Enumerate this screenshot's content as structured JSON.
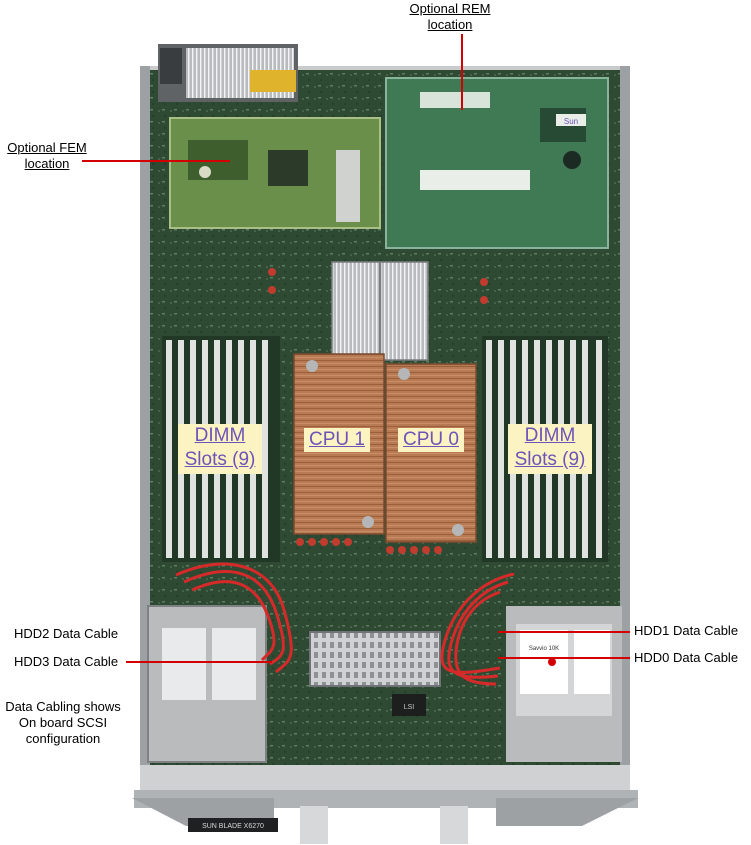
{
  "callouts": {
    "rem": [
      "Optional REM",
      "location"
    ],
    "fem": [
      "Optional FEM",
      "location"
    ],
    "hdd2": "HDD2 Data Cable",
    "hdd3": "HDD3 Data Cable",
    "hdd1": "HDD1 Data Cable",
    "hdd0": "HDD0 Data Cable",
    "note": [
      "Data Cabling shows",
      "On board SCSI",
      "configuration"
    ]
  },
  "components": {
    "dimm_left": [
      "DIMM",
      "Slots (9)"
    ],
    "cpu1": "CPU 1",
    "cpu0": "CPU 0",
    "dimm_right": [
      "DIMM",
      "Slots (9)"
    ]
  },
  "board_marks": {
    "sun_logo": "Sun",
    "blade_tag": "SUN BLADE X6270",
    "savvio": "Savvio 10K",
    "chip_brand": "LSI"
  },
  "colors": {
    "pcb": "#2e4a32",
    "heatsink": "#b87a52",
    "leader": "#d40000",
    "hotspot_bg": "#fbf3c2",
    "hotspot_text": "#6e54b8"
  }
}
